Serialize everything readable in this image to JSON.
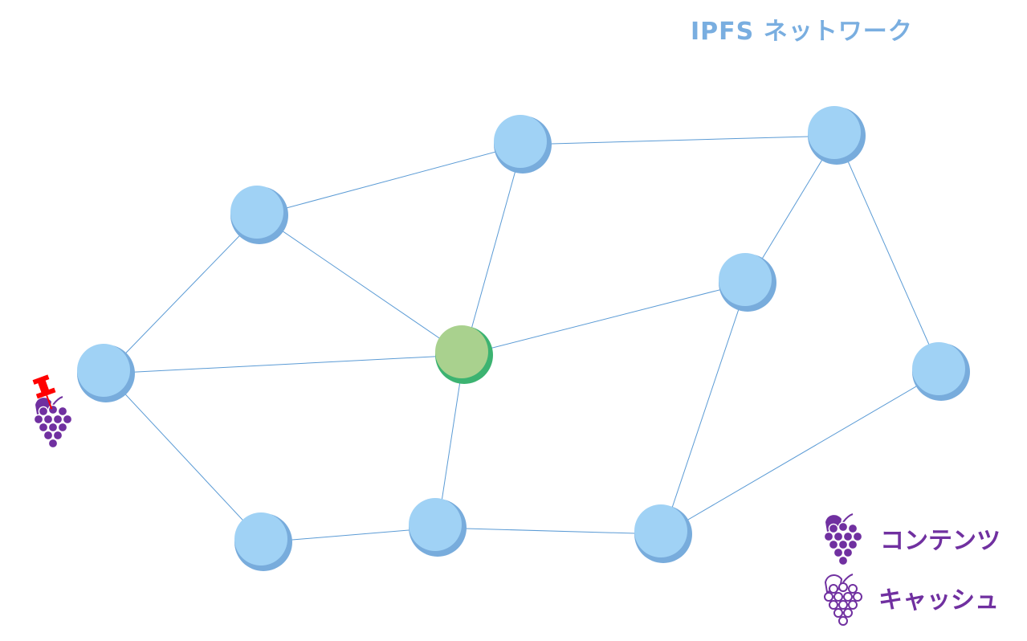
{
  "title": "IPFS ネットワーク",
  "colors": {
    "node": "#a0d2f5",
    "node_shadow": "#78acdc",
    "center_node": "#a9d18e",
    "center_shadow": "#3cb371",
    "edge": "#5b9bd5",
    "grape": "#7030a0",
    "pin": "#ff0000"
  },
  "nodes": [
    {
      "id": "a",
      "type": "peer"
    },
    {
      "id": "b",
      "type": "peer"
    },
    {
      "id": "c",
      "type": "peer"
    },
    {
      "id": "d",
      "type": "peer",
      "content": true
    },
    {
      "id": "e",
      "type": "self"
    },
    {
      "id": "f",
      "type": "peer"
    },
    {
      "id": "g",
      "type": "peer"
    },
    {
      "id": "h",
      "type": "peer"
    },
    {
      "id": "i",
      "type": "peer"
    },
    {
      "id": "j",
      "type": "peer"
    }
  ],
  "edges": [
    [
      "d",
      "a"
    ],
    [
      "a",
      "b"
    ],
    [
      "b",
      "c"
    ],
    [
      "a",
      "e"
    ],
    [
      "b",
      "e"
    ],
    [
      "d",
      "e"
    ],
    [
      "e",
      "f"
    ],
    [
      "f",
      "c"
    ],
    [
      "c",
      "g"
    ],
    [
      "d",
      "h"
    ],
    [
      "h",
      "i"
    ],
    [
      "i",
      "e"
    ],
    [
      "i",
      "j"
    ],
    [
      "j",
      "f"
    ],
    [
      "j",
      "g"
    ]
  ],
  "legend": {
    "content_label": "コンテンツ",
    "cache_label": "キャッシュ"
  }
}
